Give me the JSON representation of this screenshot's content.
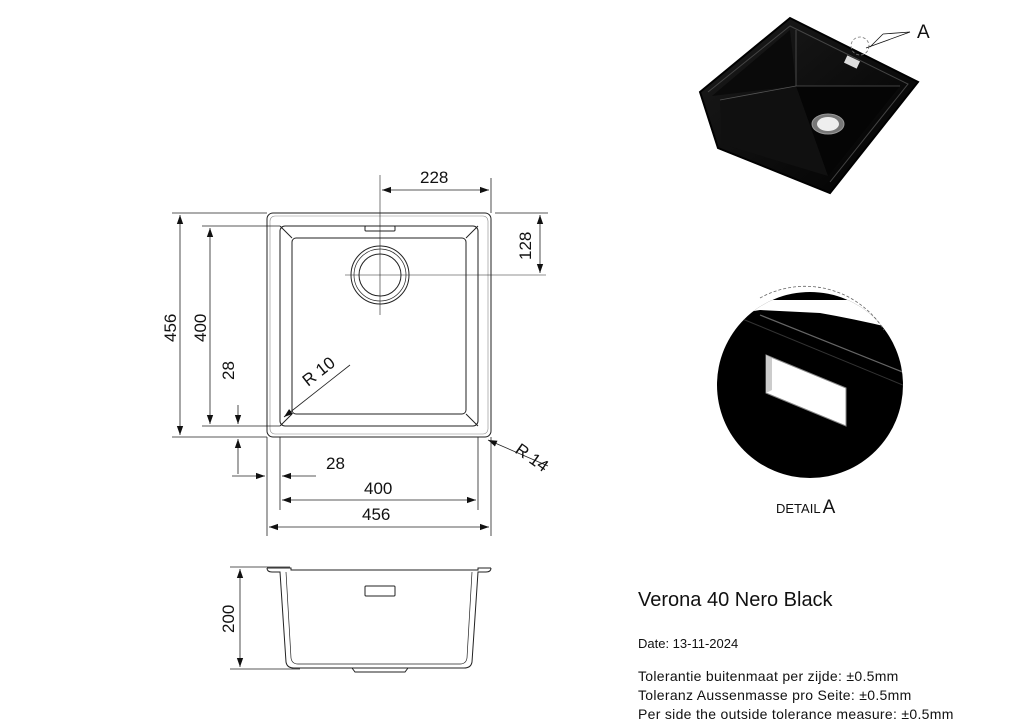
{
  "title": "Verona 40 Nero Black",
  "date": "Date: 13-11-2024",
  "tolerances": [
    {
      "label": "Tolerantie buitenmaat per zijde:",
      "value": "±0.5mm"
    },
    {
      "label": "Toleranz Aussenmasse pro Seite:",
      "value": "±0.5mm"
    },
    {
      "label": "Per side the outside tolerance measure:",
      "value": "±0.5mm"
    }
  ],
  "detail": {
    "label": "DETAIL",
    "letter": "A"
  },
  "callout_letter": "A",
  "dimensions": {
    "drain_offset_x": "228",
    "drain_offset_y": "128",
    "outer_height": "456",
    "inner_height": "400",
    "rim_y": "28",
    "inner_radius": "R 10",
    "outer_radius": "R 14",
    "rim_x": "28",
    "inner_width": "400",
    "outer_width": "456",
    "depth": "200"
  }
}
